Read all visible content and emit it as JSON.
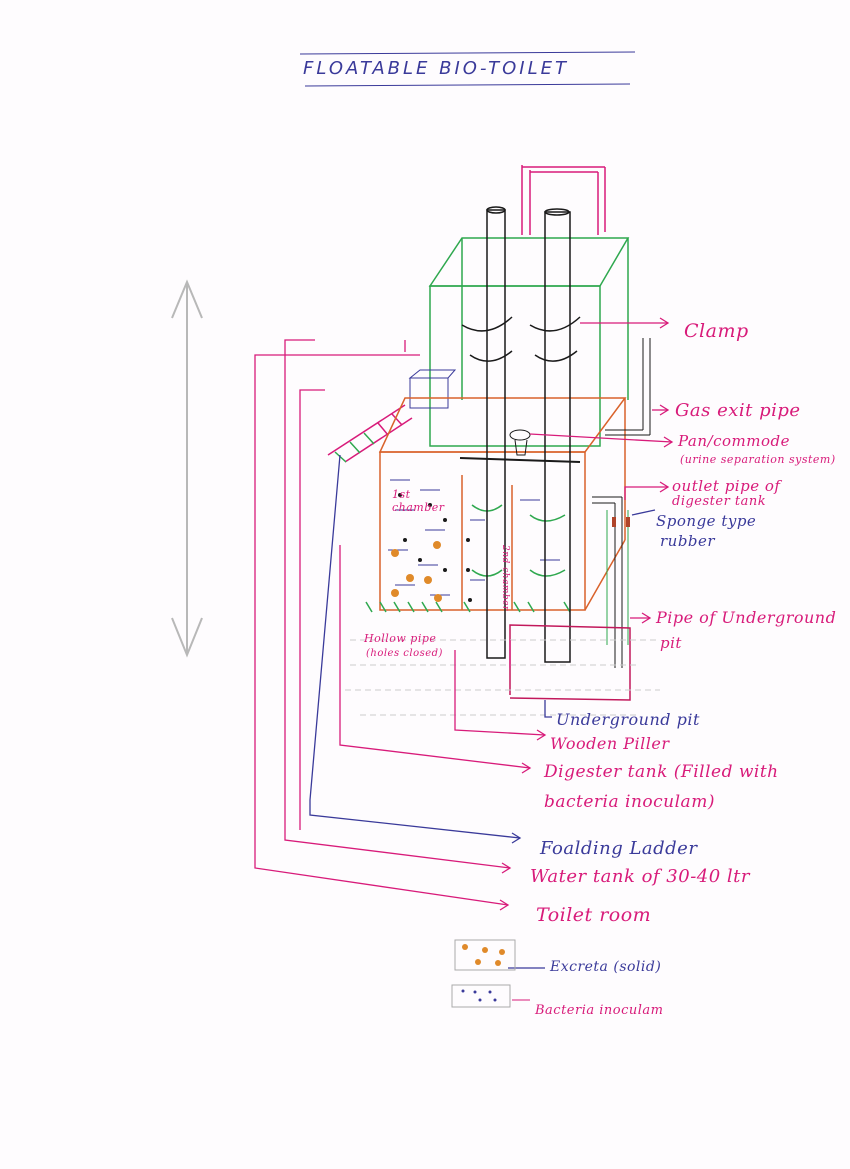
{
  "title": "FLOATABLE BIO-TOILET",
  "labels": {
    "clamp": "Clamp",
    "gas_exit_pipe": "Gas exit pipe",
    "pan": "Pan/commode",
    "pan_note": "(urine separation system)",
    "outlet_1": "outlet pipe of",
    "outlet_2": "digester tank",
    "sponge_1": "Sponge type",
    "sponge_2": "rubber",
    "pipe_pit_1": "Pipe of Underground",
    "pipe_pit_2": "pit",
    "underground_pit": "Underground pit",
    "wooden_piller": "Wooden Piller",
    "digester_1": "Digester tank (Filled with",
    "digester_2": "bacteria inoculam)",
    "ladder": "Foalding Ladder",
    "water_tank": "Water tank of 30-40 ltr",
    "toilet_room": "Toilet room",
    "hollow_1": "Hollow pipe",
    "hollow_2": "(holes closed)",
    "first_chamber": "1st chamber",
    "second_chamber": "2nd chamber"
  },
  "legend": {
    "excreta": "Excreta (solid)",
    "bacteria": "Bacteria inoculam"
  },
  "colors": {
    "pink": "#d81b7a",
    "blue": "#3a3a9a",
    "green": "#2fa84f",
    "orange": "#d9622b",
    "black": "#1a1a1a",
    "grey": "#b8b8b8"
  }
}
